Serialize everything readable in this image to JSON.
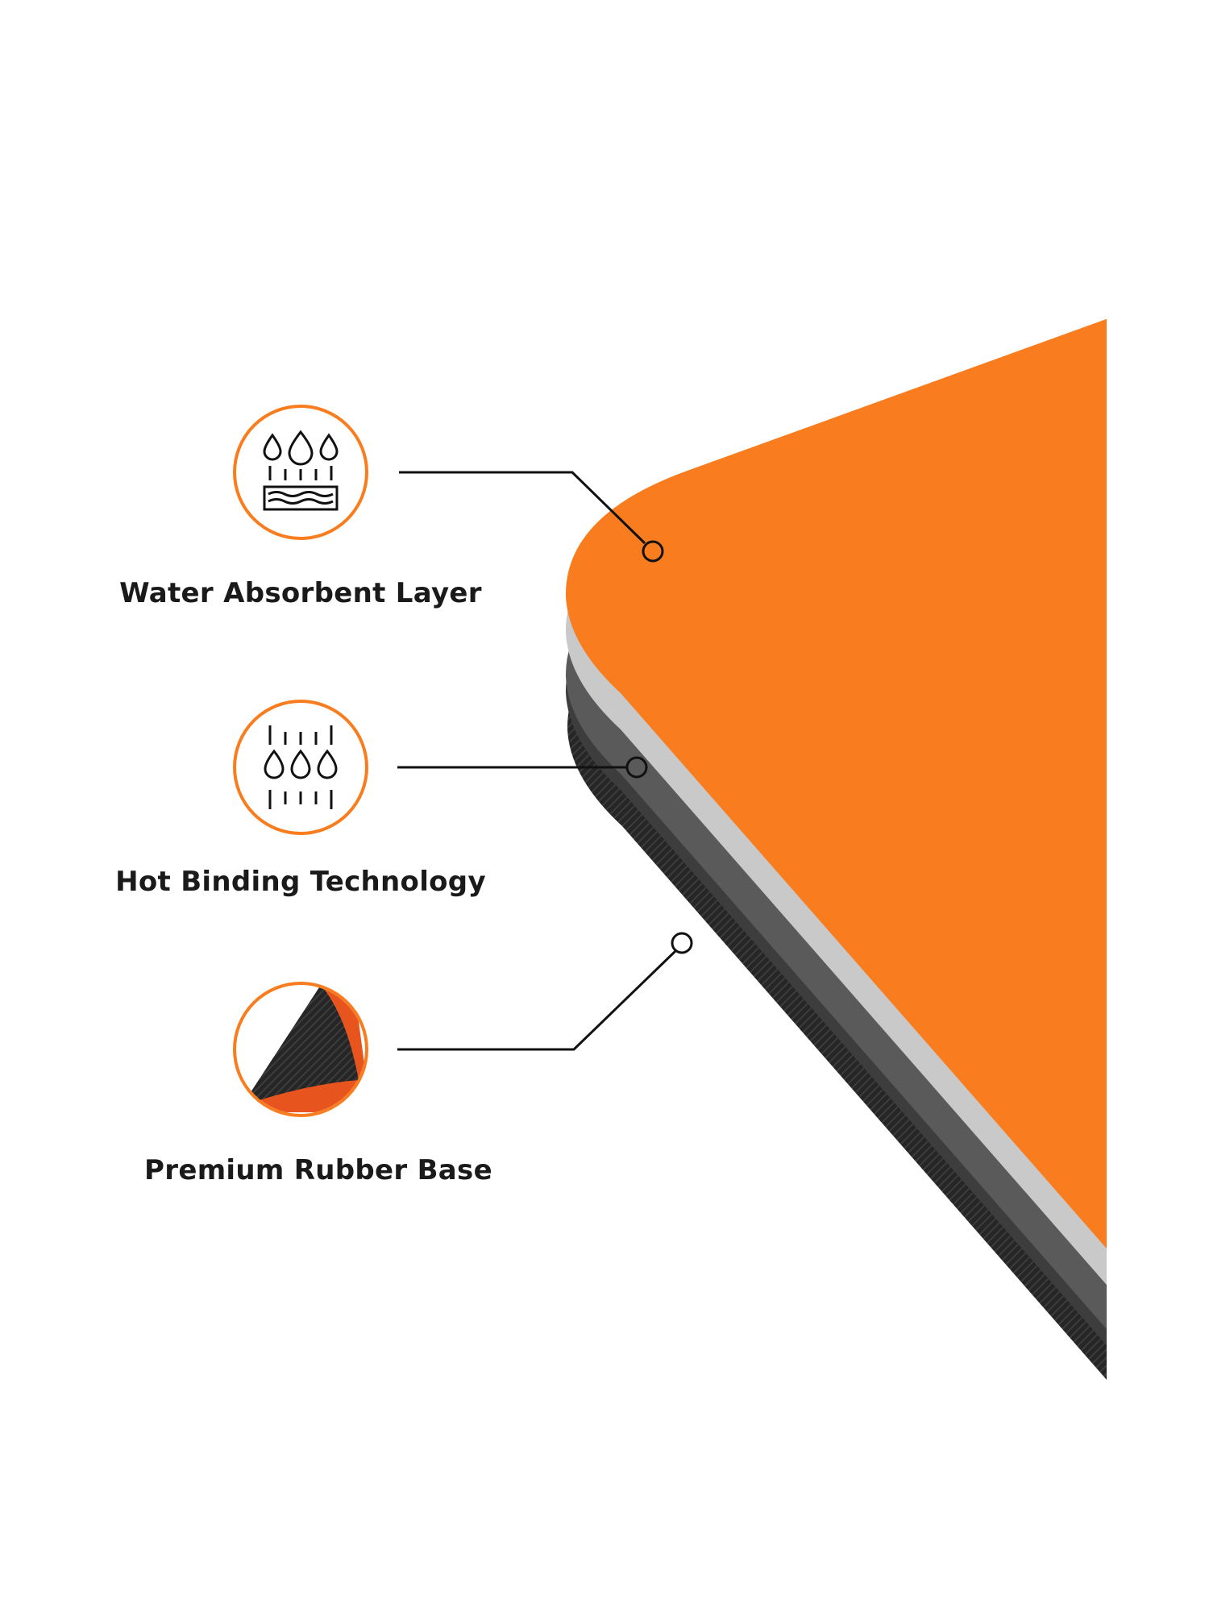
{
  "features": [
    {
      "label": "Water Absorbent Layer",
      "icon": "water-absorb-icon"
    },
    {
      "label": "Hot Binding Technology",
      "icon": "hot-binding-icon"
    },
    {
      "label": "Premium Rubber Base",
      "icon": "rubber-base-icon"
    }
  ],
  "colors": {
    "accent": "#F97D1E",
    "light_layer": "#C9C9C9",
    "mid_layer": "#5A5A5A",
    "base_layer": "#2B2B2B",
    "text": "#1A1A1A"
  }
}
